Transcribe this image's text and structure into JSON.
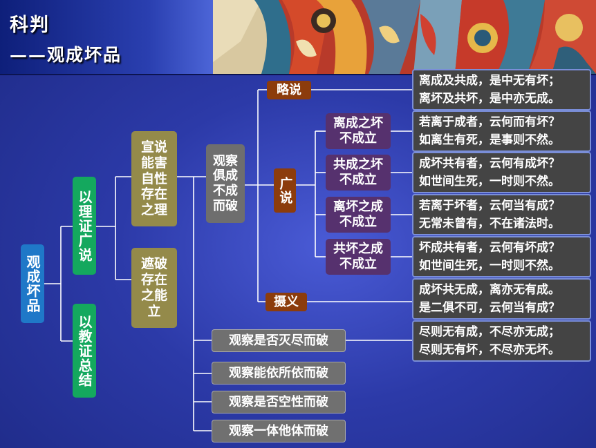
{
  "header": {
    "title_line1": "科判",
    "title_line2": "——观成坏品"
  },
  "tree": {
    "root": "观成坏品",
    "reason_branch": "以理证广说",
    "scripture_branch": "以教证总结",
    "establish": "宣说能害自性存在之理",
    "refute": "遮破存在之能立",
    "examine_together": "观察俱成不成而破",
    "brief": "略说",
    "extensive": "广说",
    "summary": "摄义",
    "sub1": "离成之坏不成立",
    "sub2": "共成之坏不成立",
    "sub3": "离坏之成不成立",
    "sub4": "共坏之成不成立",
    "other1": "观察是否灭尽而破",
    "other2": "观察能依所依而破",
    "other3": "观察是否空性而破",
    "other4": "观察一体他体而破"
  },
  "verses": [
    {
      "line1": "离成及共成，是中无有坏；",
      "line2": "离坏及共坏，是中亦无成。"
    },
    {
      "line1": "若离于成者，云何而有坏？",
      "line2": "如离生有死，是事则不然。"
    },
    {
      "line1": "成坏共有者，云何有成坏？",
      "line2": "如世间生死，一时则不然。"
    },
    {
      "line1": "若离于坏者，云何当有成？",
      "line2": "无常未曾有，不在诸法时。"
    },
    {
      "line1": "坏成共有者，云何有坏成？",
      "line2": "如世间生死，一时则不然。"
    },
    {
      "line1": "成坏共无成，离亦无有成。",
      "line2": "是二俱不可，云何当有成？"
    },
    {
      "line1": "尽则无有成，不尽亦无成；",
      "line2": "尽则无有坏，不尽亦无坏。"
    }
  ],
  "colors": {
    "background": "#2c3aa8",
    "root_box": "#1f78c8",
    "branch_box": "#14a85e",
    "olive_box": "#948a4a",
    "gray_box": "#6e6e6e",
    "brown_box": "#8c3c0c",
    "purple_box": "#56316e",
    "verse_box": "#444444",
    "connector": "#ffffff"
  }
}
